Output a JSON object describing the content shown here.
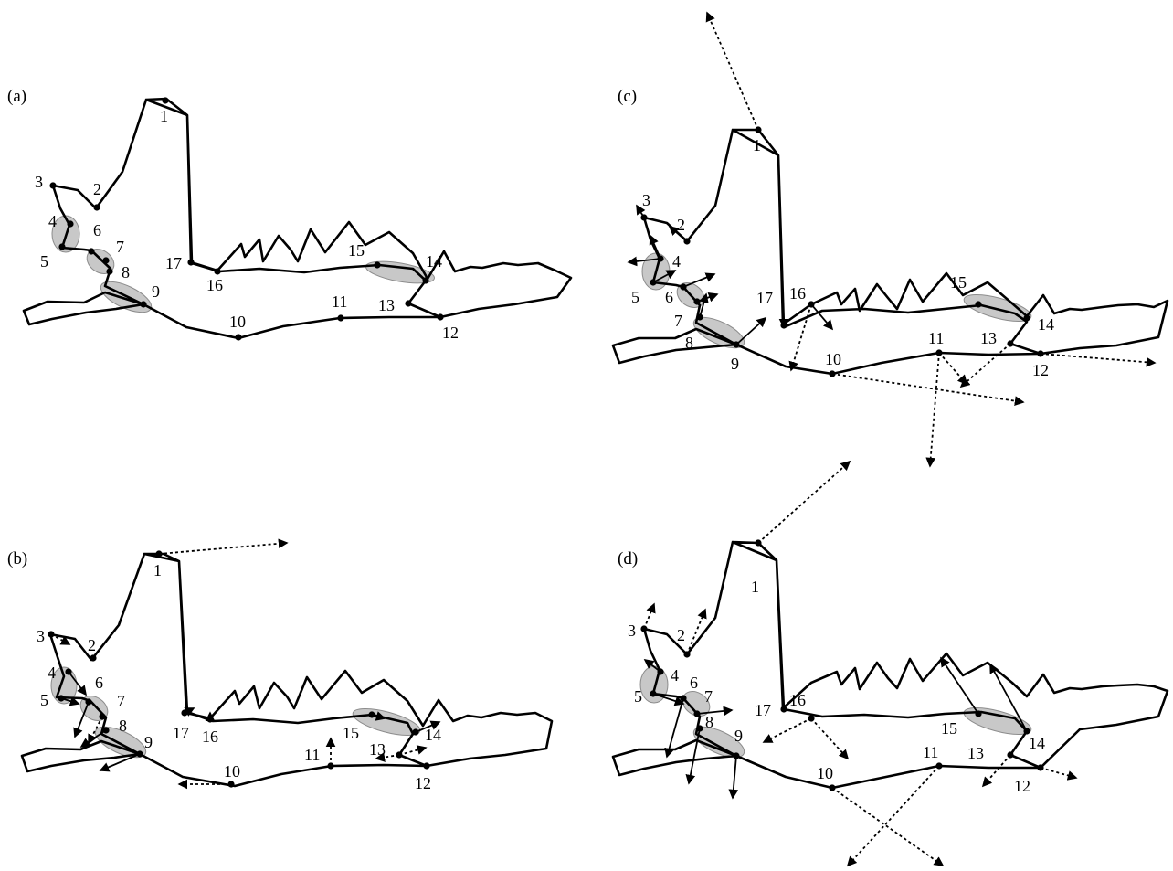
{
  "figure": {
    "panels": [
      {
        "id": "a",
        "label": "(a)",
        "landmarks": [
          "1",
          "2",
          "3",
          "4",
          "5",
          "6",
          "7",
          "8",
          "9",
          "10",
          "11",
          "12",
          "13",
          "14",
          "15",
          "16",
          "17"
        ]
      },
      {
        "id": "b",
        "label": "(b)",
        "landmarks": [
          "1",
          "2",
          "3",
          "4",
          "5",
          "6",
          "7",
          "8",
          "9",
          "10",
          "11",
          "12",
          "13",
          "14",
          "15",
          "16",
          "17"
        ]
      },
      {
        "id": "c",
        "label": "(c)",
        "landmarks": [
          "1",
          "2",
          "3",
          "4",
          "5",
          "6",
          "7",
          "8",
          "9",
          "10",
          "11",
          "12",
          "13",
          "14",
          "15",
          "16",
          "17"
        ]
      },
      {
        "id": "d",
        "label": "(d)",
        "landmarks": [
          "1",
          "2",
          "3",
          "4",
          "5",
          "6",
          "7",
          "8",
          "9",
          "10",
          "11",
          "12",
          "13",
          "14",
          "15",
          "16",
          "17"
        ]
      }
    ],
    "colors": {
      "outline": "#000000",
      "shaded_region": "#9a9a9a",
      "vectors": "#000000"
    }
  }
}
